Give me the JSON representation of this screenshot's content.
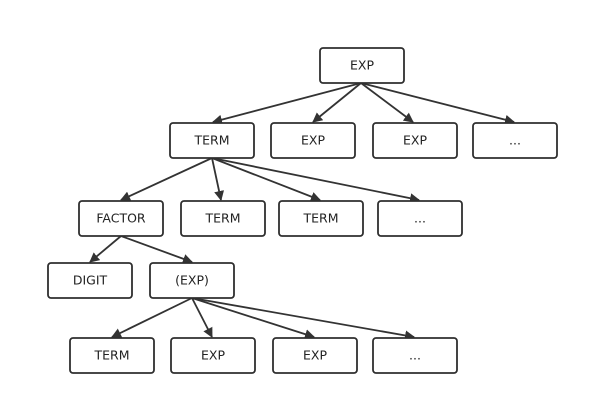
{
  "tree": {
    "nodes": [
      {
        "id": "exp-root",
        "label": "EXP"
      },
      {
        "id": "term-1",
        "label": "TERM"
      },
      {
        "id": "exp-1",
        "label": "EXP"
      },
      {
        "id": "exp-2",
        "label": "EXP"
      },
      {
        "id": "more-1",
        "label": "..."
      },
      {
        "id": "factor",
        "label": "FACTOR"
      },
      {
        "id": "term-2",
        "label": "TERM"
      },
      {
        "id": "term-3",
        "label": "TERM"
      },
      {
        "id": "more-2",
        "label": "..."
      },
      {
        "id": "digit",
        "label": "DIGIT"
      },
      {
        "id": "paren-exp",
        "label": "(EXP)"
      },
      {
        "id": "term-4",
        "label": "TERM"
      },
      {
        "id": "exp-3",
        "label": "EXP"
      },
      {
        "id": "exp-4",
        "label": "EXP"
      },
      {
        "id": "more-3",
        "label": "..."
      }
    ],
    "edges": [
      {
        "from": "exp-root",
        "to": "term-1"
      },
      {
        "from": "exp-root",
        "to": "exp-1"
      },
      {
        "from": "exp-root",
        "to": "exp-2"
      },
      {
        "from": "exp-root",
        "to": "more-1"
      },
      {
        "from": "term-1",
        "to": "factor"
      },
      {
        "from": "term-1",
        "to": "term-2"
      },
      {
        "from": "term-1",
        "to": "term-3"
      },
      {
        "from": "term-1",
        "to": "more-2"
      },
      {
        "from": "factor",
        "to": "digit"
      },
      {
        "from": "factor",
        "to": "paren-exp"
      },
      {
        "from": "paren-exp",
        "to": "term-4"
      },
      {
        "from": "paren-exp",
        "to": "exp-3"
      },
      {
        "from": "paren-exp",
        "to": "exp-4"
      },
      {
        "from": "paren-exp",
        "to": "more-3"
      }
    ]
  }
}
